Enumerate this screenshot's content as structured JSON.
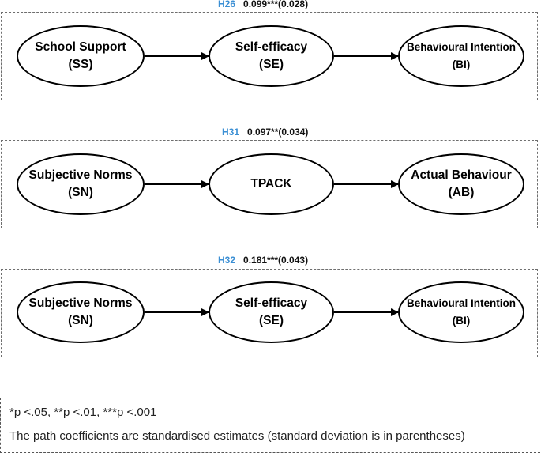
{
  "paths": [
    {
      "hypothesis": "H26",
      "coefficient": "0.099***(0.028)",
      "nodes": [
        {
          "line1": "School Support",
          "line2": "(SS)"
        },
        {
          "line1": "Self-efficacy",
          "line2": "(SE)"
        },
        {
          "line1": "Behavioural Intention",
          "line2": "(BI)"
        }
      ]
    },
    {
      "hypothesis": "H31",
      "coefficient": "0.097**(0.034)",
      "nodes": [
        {
          "line1": "Subjective Norms",
          "line2": "(SN)"
        },
        {
          "line1": "TPACK",
          "line2": ""
        },
        {
          "line1": "Actual Behaviour",
          "line2": "(AB)"
        }
      ]
    },
    {
      "hypothesis": "H32",
      "coefficient": "0.181***(0.043)",
      "nodes": [
        {
          "line1": "Subjective Norms",
          "line2": "(SN)"
        },
        {
          "line1": "Self-efficacy",
          "line2": "(SE)"
        },
        {
          "line1": "Behavioural Intention",
          "line2": "(BI)"
        }
      ]
    }
  ],
  "notes": {
    "significance": "*p <.05, **p <.01, ***p <.001",
    "explanation": "The path coefficients are standardised estimates (standard deviation is in parentheses)"
  },
  "colors": {
    "hypothesis_label": "#3b8fd4",
    "node_border": "#000000",
    "panel_border": "#6e6e6e"
  }
}
